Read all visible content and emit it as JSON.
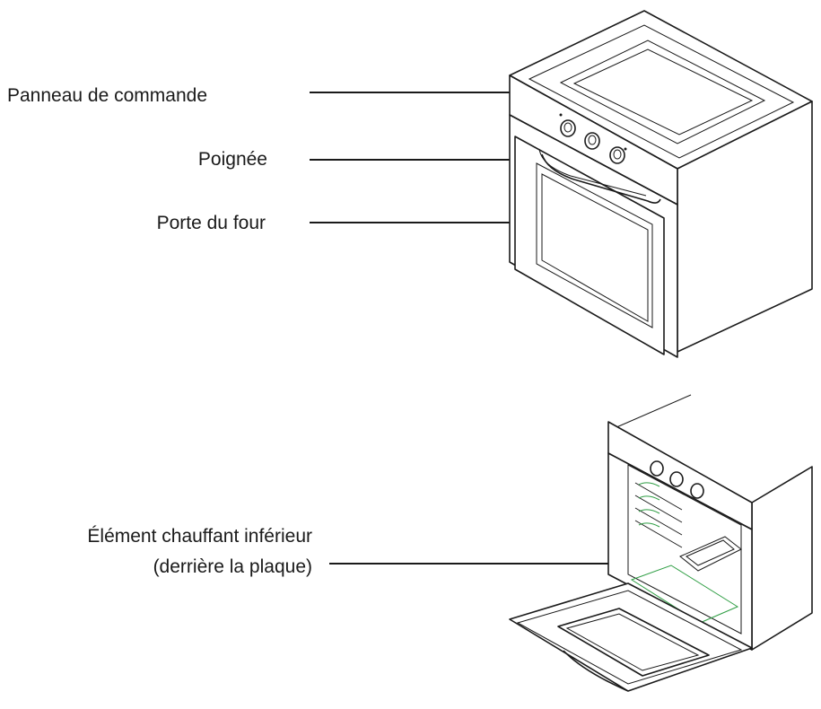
{
  "labels": {
    "control_panel": "Panneau de commande",
    "handle": "Poignée",
    "oven_door": "Porte du four",
    "heating_element_line1": "Élément chauffant inférieur",
    "heating_element_line2": "(derrière la plaque)"
  },
  "colors": {
    "line": "#1a1a1a",
    "heating_element": "#2f9e44"
  }
}
